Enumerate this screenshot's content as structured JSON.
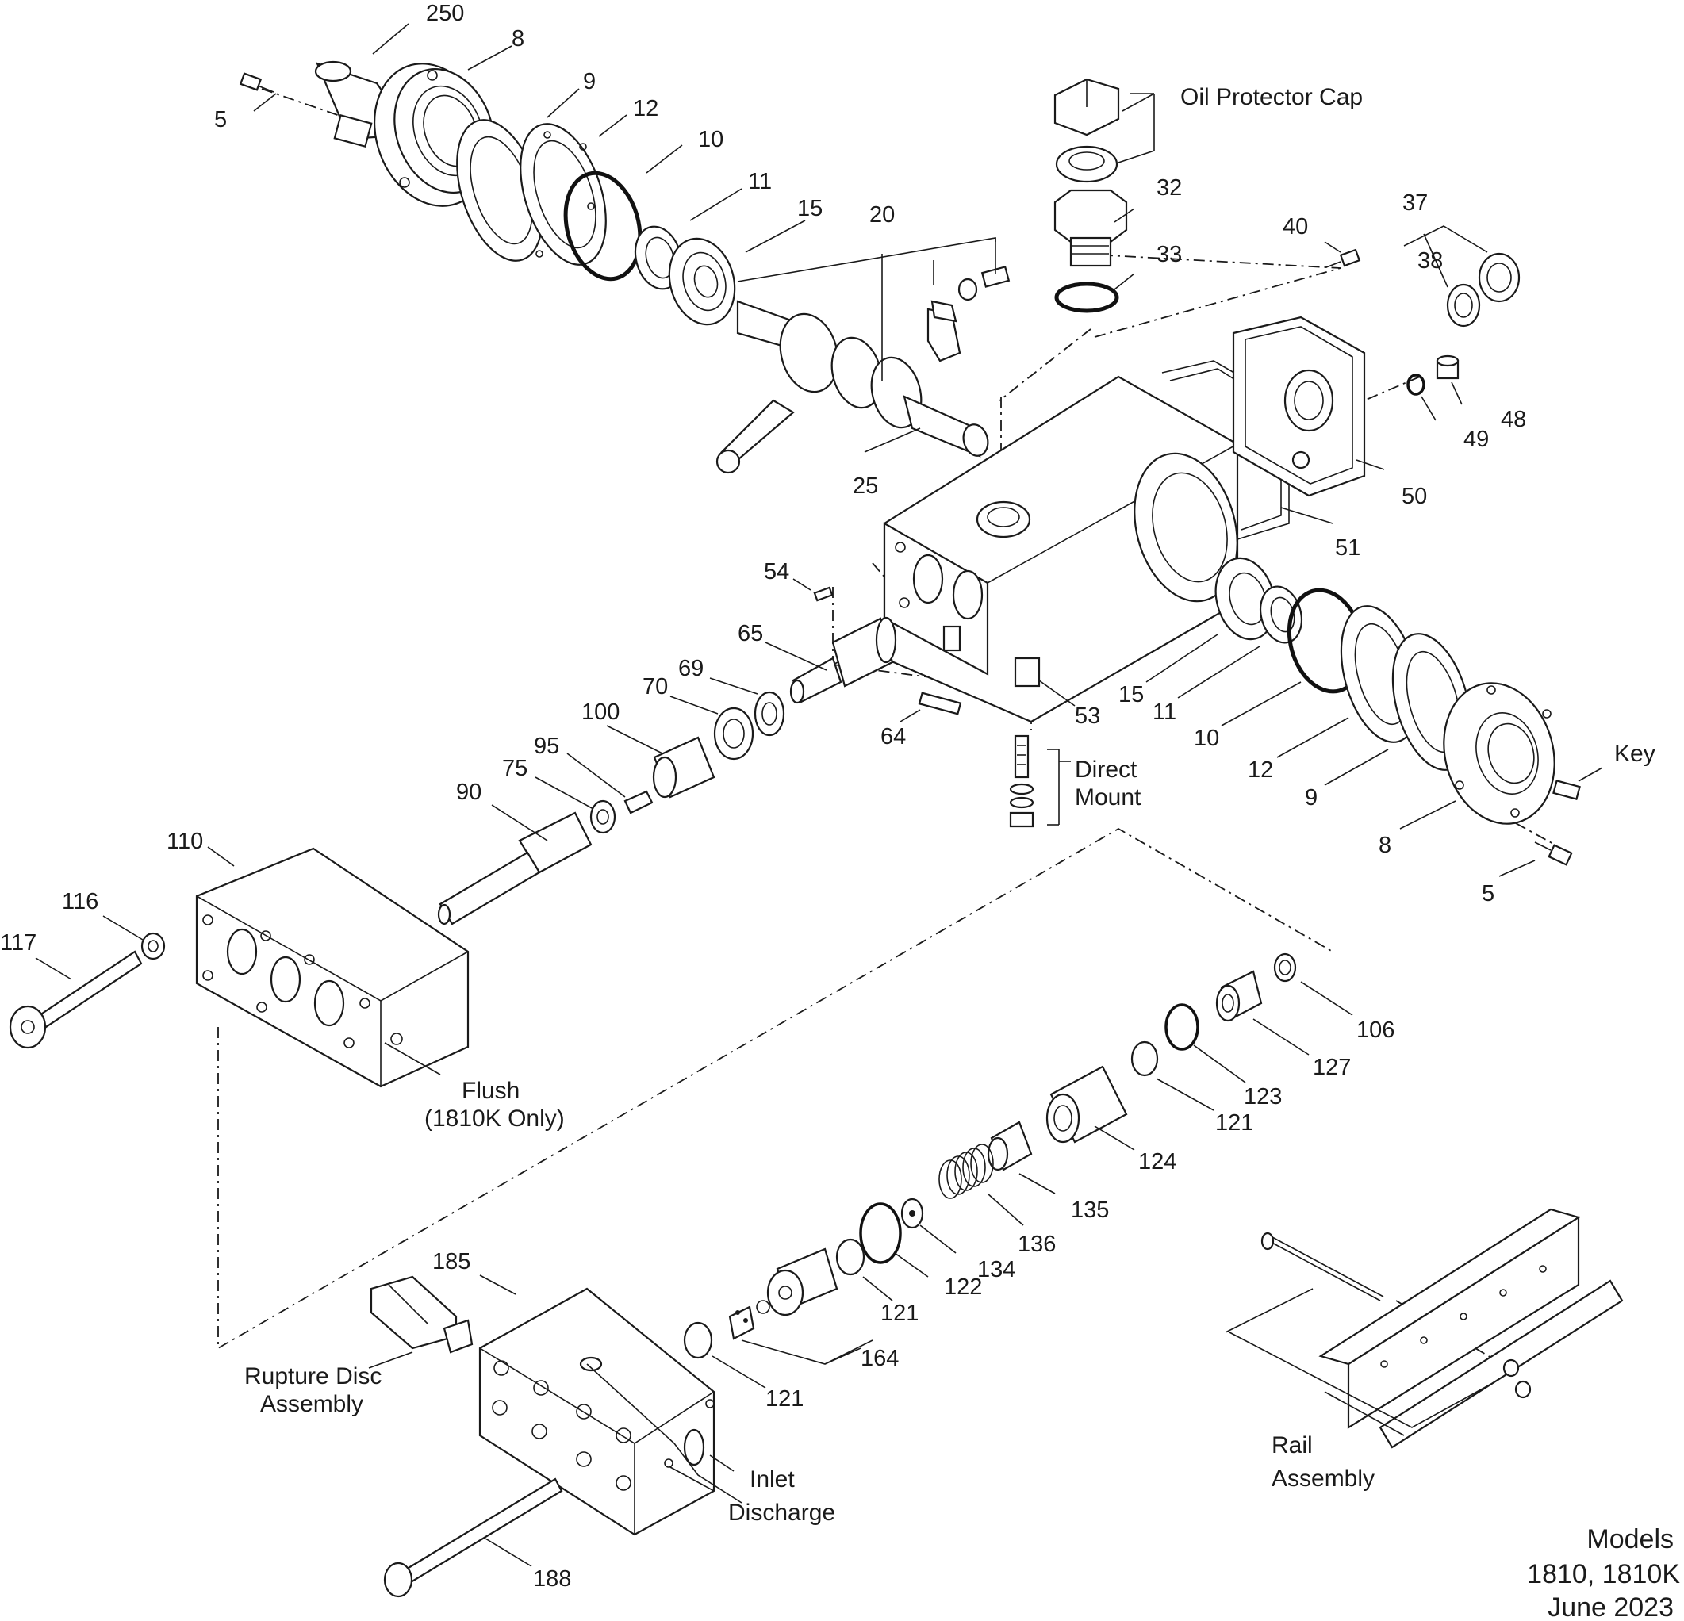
{
  "parts": {
    "p250": "250",
    "p8a": "8",
    "p9a": "9",
    "p12a": "12",
    "p5a": "5",
    "p10a": "10",
    "p11a": "11",
    "p15a": "15",
    "p20": "20",
    "p32": "32",
    "p33": "33",
    "p40": "40",
    "p37": "37",
    "p38": "38",
    "p48": "48",
    "p49": "49",
    "p50": "50",
    "p25": "25",
    "p51": "51",
    "p54": "54",
    "p65": "65",
    "p69": "69",
    "p70": "70",
    "p100": "100",
    "p95": "95",
    "p75": "75",
    "p90": "90",
    "p64": "64",
    "p53": "53",
    "p15b": "15",
    "p11b": "11",
    "p10b": "10",
    "p12b": "12",
    "p9b": "9",
    "p8b": "8",
    "p5b": "5",
    "p110": "110",
    "p116": "116",
    "p117": "117",
    "p106": "106",
    "p127": "127",
    "p123": "123",
    "p121a": "121",
    "p124": "124",
    "p135": "135",
    "p136": "136",
    "p134": "134",
    "p122": "122",
    "p121b": "121",
    "p164": "164",
    "p121c": "121",
    "p185": "185",
    "p188": "188"
  },
  "labels": {
    "oil_cap": "Oil Protector Cap",
    "direct_mount_1": "Direct",
    "direct_mount_2": "Mount",
    "key": "Key",
    "flush_1": "Flush",
    "flush_2": "(1810K Only)",
    "rupture_1": "Rupture Disc",
    "rupture_2": "Assembly",
    "inlet": "Inlet",
    "discharge": "Discharge",
    "rail_1": "Rail",
    "rail_2": "Assembly"
  },
  "footer": {
    "line1": "Models",
    "line2": "1810, 1810K",
    "line3": "June 2023"
  }
}
